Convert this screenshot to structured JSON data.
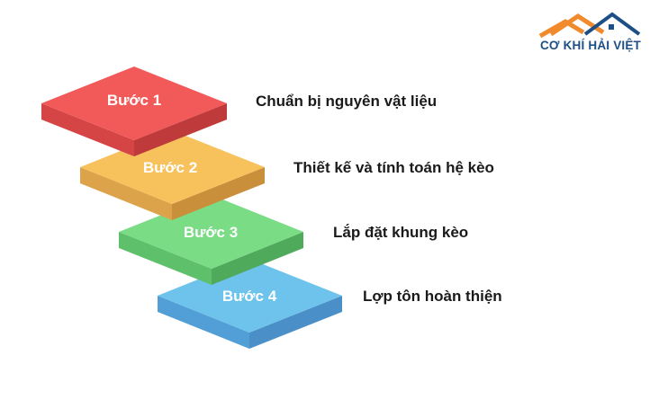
{
  "logo": {
    "text": "CƠ KHÍ HẢI VIỆT",
    "text_color": "#1d4f86",
    "roof_colors": [
      "#f08a2c",
      "#1d4f86"
    ],
    "icon": "house-roof-icon"
  },
  "steps": [
    {
      "label": "Bước 1",
      "description": "Chuẩn bị nguyên vật liệu",
      "top_color": "#f25a5a",
      "side_left_color": "#d64545",
      "side_right_color": "#bf3a3a"
    },
    {
      "label": "Bước 2",
      "description": "Thiết kế và tính toán hệ kèo",
      "top_color": "#f7c25c",
      "side_left_color": "#dda34a",
      "side_right_color": "#c98f3b"
    },
    {
      "label": "Bước 3",
      "description": "Lắp đặt khung kèo",
      "top_color": "#7bdc86",
      "side_left_color": "#5fc06c",
      "side_right_color": "#4faa5b"
    },
    {
      "label": "Bước 4",
      "description": "Lợp tôn hoàn thiện",
      "top_color": "#6ec3ec",
      "side_left_color": "#519fd6",
      "side_right_color": "#4a8fc7"
    }
  ]
}
